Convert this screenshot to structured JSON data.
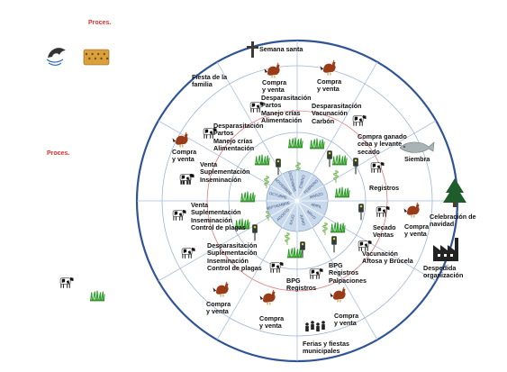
{
  "process_labels": [
    "Proces.",
    "Proces."
  ],
  "outer_labels": [
    {
      "id": "semana-santa",
      "lines": [
        "Semana santa"
      ]
    },
    {
      "id": "compra-venta-1",
      "lines": [
        "Compra",
        "y venta"
      ]
    },
    {
      "id": "compra-venta-2",
      "lines": [
        "Compra",
        "y venta"
      ]
    },
    {
      "id": "fiesta-familia",
      "lines": [
        "Fiesta de la",
        "familia"
      ]
    },
    {
      "id": "desparasitacion-1",
      "lines": [
        "Desparasitación",
        "Partos",
        "Manejo crías",
        "Alimentación"
      ]
    },
    {
      "id": "desparasitacion-2",
      "lines": [
        "Desparasitación",
        "Vacunación",
        "Carbón"
      ]
    },
    {
      "id": "desparasitacion-3",
      "lines": [
        "Desparasitación",
        "Partos",
        "Manejo crías",
        "Alimentación"
      ]
    },
    {
      "id": "compra-ganado",
      "lines": [
        "Compra ganado",
        "ceba y levante",
        "secado"
      ]
    },
    {
      "id": "compra-venta-3",
      "lines": [
        "Compra",
        "y venta"
      ]
    },
    {
      "id": "siembra",
      "lines": [
        "Siembra"
      ]
    },
    {
      "id": "venta-supl-1",
      "lines": [
        "Venta",
        "Suplementación",
        "Inseminación"
      ]
    },
    {
      "id": "registros-1",
      "lines": [
        "Registros"
      ]
    },
    {
      "id": "venta-supl-2",
      "lines": [
        "Venta",
        "Suplementación",
        "Inseminación",
        "Control de plagas"
      ]
    },
    {
      "id": "secado-ventas",
      "lines": [
        "Secado",
        "Ventas"
      ]
    },
    {
      "id": "compra-venta-4",
      "lines": [
        "Compra",
        "y venta"
      ]
    },
    {
      "id": "celebracion",
      "lines": [
        "Celebración de",
        "navidad"
      ]
    },
    {
      "id": "desparasitacion-4",
      "lines": [
        "Desparasitación",
        "Suplementación",
        "Inseminación",
        "Control de plagas"
      ]
    },
    {
      "id": "vacunacion",
      "lines": [
        "Vacunación",
        "Aftosa y Brúcela"
      ]
    },
    {
      "id": "despedida",
      "lines": [
        "Despedida",
        "organización"
      ]
    },
    {
      "id": "bpg-registros",
      "lines": [
        "BPG",
        "Registros",
        "Palpaciones"
      ]
    },
    {
      "id": "bpg-2",
      "lines": [
        "BPG",
        "Registros"
      ]
    },
    {
      "id": "compra-venta-5",
      "lines": [
        "Compra",
        "y venta"
      ]
    },
    {
      "id": "compra-venta-6",
      "lines": [
        "Compra",
        "y venta"
      ]
    },
    {
      "id": "compra-venta-7",
      "lines": [
        "Compra",
        "y venta"
      ]
    },
    {
      "id": "ferias",
      "lines": [
        "Ferias y fiestas",
        "municipales"
      ]
    }
  ],
  "months": [
    "ENERO",
    "FEBRERO",
    "MARZO",
    "ABRIL",
    "MAYO",
    "JUNIO",
    "JULIO",
    "AGOSTO",
    "SEPTIEMBRE",
    "OCTUBRE",
    "NOVIEMBRE",
    "DICIEMBRE"
  ],
  "colors": {
    "ring": "#2f5496",
    "hub": "#c9d9ec",
    "hub_text": "#3a4f76",
    "highlight": "#e0302a",
    "grass": "#2e9e2a",
    "sensor": "#2f3d33"
  },
  "icons": [
    "cross-icon",
    "rooster-icon",
    "cow-icon",
    "grass-icon",
    "fish-icon",
    "tree-icon",
    "factory-icon",
    "crowd-icon",
    "sensor-icon",
    "seed-sprout-icon",
    "dolphin-logo-icon",
    "hay-icon"
  ]
}
